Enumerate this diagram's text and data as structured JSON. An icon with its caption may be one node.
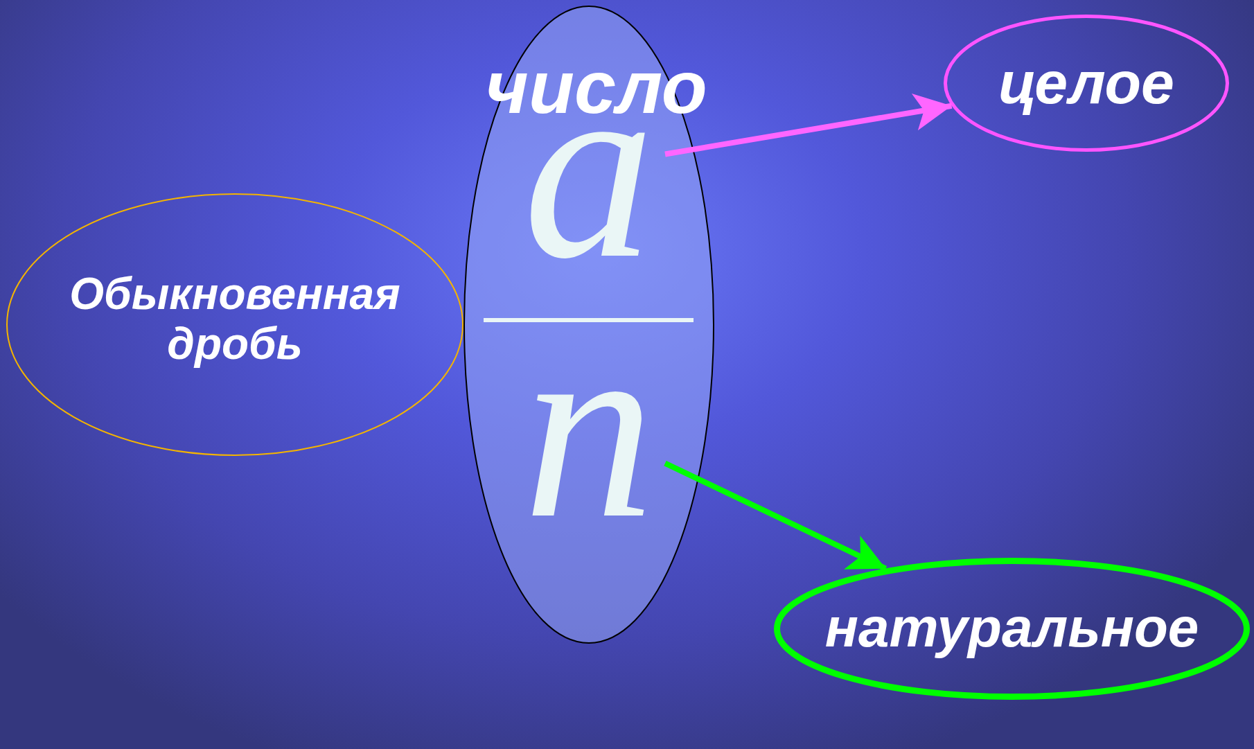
{
  "diagram": {
    "nodes": [
      {
        "text": [
          "число"
        ]
      },
      {
        "text": [
          "a"
        ],
        "in": 0
      },
      {
        "text": [
          "n"
        ],
        "in": 0
      },
      {
        "text": [
          "целое"
        ]
      },
      {
        "text": [
          "натуральное"
        ]
      },
      {
        "text": [
          "Обыкновенная дробь"
        ]
      }
    ],
    "edges": [
      {
        "from": 1,
        "to": 3,
        "arrow": "to",
        "color": "#ff66ff"
      },
      {
        "from": 2,
        "to": 4,
        "arrow": "to",
        "color": "#00ff00"
      }
    ]
  }
}
